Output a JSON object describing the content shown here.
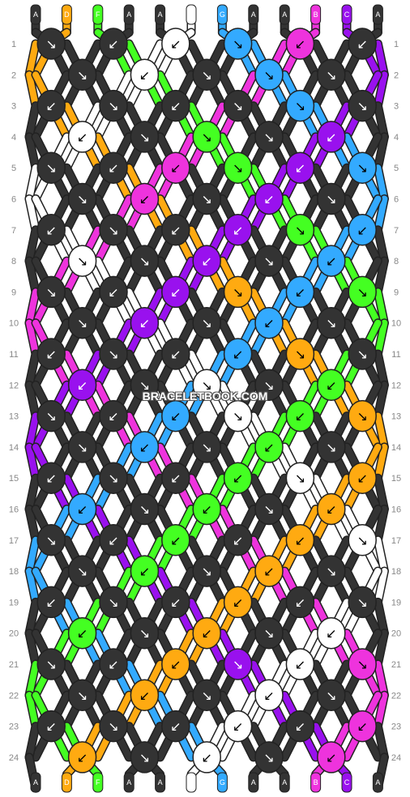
{
  "watermark": "BRACELETBOOK.COM",
  "colors": {
    "A": "#333333",
    "B": "#ee33dd",
    "C": "#9911ee",
    "D": "#ffaa11",
    "E": "#ffffff",
    "F": "#44ff22",
    "G": "#33aaff"
  },
  "strands_top": [
    "A",
    "D",
    "F",
    "A",
    "A",
    "E",
    "G",
    "A",
    "A",
    "B",
    "C",
    "A"
  ],
  "strands_bottom": [
    "A",
    "D",
    "F",
    "A",
    "A",
    "E",
    "G",
    "A",
    "A",
    "B",
    "C",
    "A"
  ],
  "row_labels": [
    "1",
    "2",
    "3",
    "4",
    "5",
    "6",
    "7",
    "8",
    "9",
    "10",
    "11",
    "12",
    "13",
    "14",
    "15",
    "16",
    "17",
    "18",
    "19",
    "20",
    "21",
    "22",
    "23",
    "24"
  ],
  "knot_rows": [
    [
      "↘",
      "↙",
      "↙",
      "↘",
      "↙",
      "↙"
    ],
    [
      "↘",
      "↙",
      "↘",
      "↘",
      "↘"
    ],
    [
      "↙",
      "↘",
      "↙",
      "↘",
      "↘",
      "↘"
    ],
    [
      "↙",
      "↘",
      "↘",
      "↘",
      "↙"
    ],
    [
      "↘",
      "↙",
      "↙",
      "↘",
      "↙",
      "↘"
    ],
    [
      "↘",
      "↙",
      "↘",
      "↙",
      "↘"
    ],
    [
      "↙",
      "↘",
      "↙",
      "↙",
      "↘",
      "↙"
    ],
    [
      "↘",
      "↘",
      "↙",
      "↘",
      "↙"
    ],
    [
      "↘",
      "↙",
      "↙",
      "↘",
      "↙",
      "↘"
    ],
    [
      "↘",
      "↙",
      "↘",
      "↙",
      "↘"
    ],
    [
      "↙",
      "↘",
      "↙",
      "↙",
      "↘",
      "↘"
    ],
    [
      "↙",
      "↘",
      "↘",
      "↘",
      "↙"
    ],
    [
      "↘",
      "↙",
      "↙",
      "↘",
      "↙",
      "↘"
    ],
    [
      "↘",
      "↙",
      "↘",
      "↙",
      "↘"
    ],
    [
      "↙",
      "↘",
      "↙",
      "↙",
      "↘",
      "↙"
    ],
    [
      "↙",
      "↘",
      "↙",
      "↘",
      "↙"
    ],
    [
      "↘",
      "↙",
      "↙",
      "↙",
      "↙",
      "↘"
    ],
    [
      "↘",
      "↙",
      "↘",
      "↙",
      "↘"
    ],
    [
      "↙",
      "↘",
      "↙",
      "↙",
      "↙",
      "↘"
    ],
    [
      "↙",
      "↘",
      "↙",
      "↘",
      "↙"
    ],
    [
      "↘",
      "↙",
      "↙",
      "↘",
      "↙",
      "↘"
    ],
    [
      "↘",
      "↙",
      "↘",
      "↙",
      "↘"
    ],
    [
      "↙",
      "↘",
      "↙",
      "↙",
      "↙",
      "↙"
    ],
    [
      "↙",
      "↘",
      "↙",
      "↘",
      "↙"
    ]
  ]
}
